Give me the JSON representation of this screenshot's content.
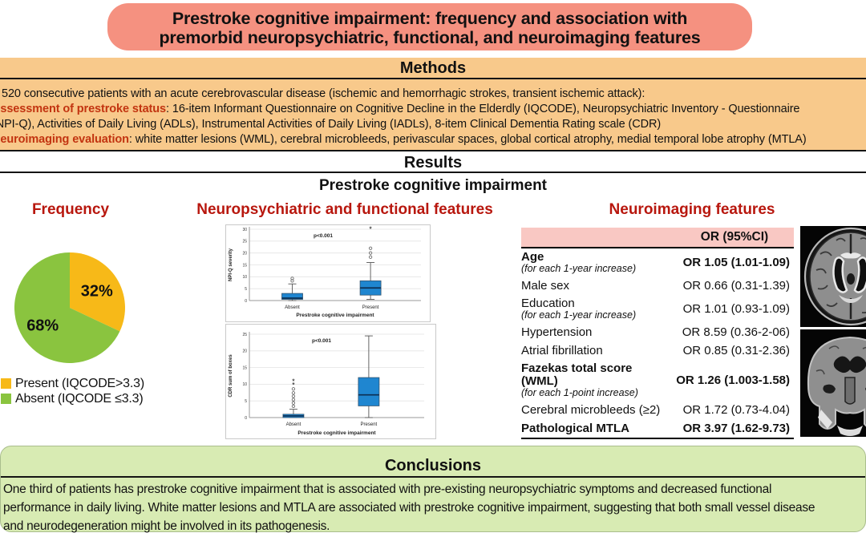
{
  "title": {
    "line1": "Prestroke cognitive impairment: frequency and association with",
    "line2": "premorbid neuropsychiatric, functional, and neuroimaging features"
  },
  "methods": {
    "heading": "Methods",
    "lines": [
      {
        "lead": "",
        "text": "520 consecutive patients with an acute cerebrovascular disease (ischemic and hemorrhagic strokes, transient ischemic attack):"
      },
      {
        "lead": "Assessment of prestroke status",
        "text": ": 16-item Informant Questionnaire on Cognitive Decline in the Elderdly (IQCODE), Neuropsychiatric Inventory - Questionnaire"
      },
      {
        "lead": "",
        "text": "(NPI-Q), Activities of Daily Living (ADLs), Instrumental Activities of Daily Living (IADLs), 8-item Clinical Dementia Rating scale (CDR)"
      },
      {
        "lead": "Neuroimaging evaluation",
        "text": ": white matter lesions (WML), cerebral microbleeds, perivascular spaces, global cortical atrophy, medial temporal lobe atrophy (MTLA)"
      }
    ]
  },
  "results": {
    "heading": "Results",
    "subheading": "Prestroke cognitive impairment",
    "columns": [
      "Frequency",
      "Neuropsychiatric and functional features",
      "Neuroimaging features"
    ]
  },
  "table": {
    "header": "OR (95%CI)",
    "rows": [
      {
        "label": "Age",
        "sub": "(for each 1-year increase)",
        "value": "OR 1.05 (1.01-1.09)",
        "bold": true
      },
      {
        "label": "Male sex",
        "sub": "",
        "value": "OR 0.66 (0.31-1.39)",
        "bold": false
      },
      {
        "label": "Education",
        "sub": "(for each 1-year increase)",
        "value": "OR 1.01 (0.93-1.09)",
        "bold": false
      },
      {
        "label": "Hypertension",
        "sub": "",
        "value": "OR 8.59 (0.36-2-06)",
        "bold": false
      },
      {
        "label": "Atrial fibrillation",
        "sub": "",
        "value": "OR 0.85 (0.31-2.36)",
        "bold": false
      },
      {
        "label": "Fazekas total score (WML)",
        "sub": "(for each 1-point increase)",
        "value": "OR 1.26 (1.003-1.58)",
        "bold": true
      },
      {
        "label": "Cerebral microbleeds (≥2)",
        "sub": "",
        "value": "OR 1.72 (0.73-4.04)",
        "bold": false
      },
      {
        "label": "Pathological MTLA",
        "sub": "",
        "value": "OR 3.97 (1.62-9.73)",
        "bold": true
      }
    ]
  },
  "conclusions": {
    "heading": "Conclusions",
    "lines": [
      "One third of patients has prestroke cognitive impairment that is associated with pre-existing neuropsychiatric symptoms and decreased functional",
      "performance in daily living. White matter lesions and MTLA are associated with prestroke cognitive impairment, suggesting that both small vessel disease",
      "and neurodegeneration might be involved in its pathogenesis."
    ]
  },
  "colors": {
    "title_banner": "#F59180",
    "methods_bg": "#F8C98B",
    "methods_lead_red": "#C23410",
    "column_heading_red": "#B8170E",
    "table_header_pink": "#F9C8C3",
    "conclusions_green": "#D8EBB3",
    "pie_yellow": "#F7B918",
    "pie_green": "#8AC43F",
    "boxplot_blue": "#1F86D0"
  },
  "chart_data": [
    {
      "type": "pie",
      "title": "Frequency",
      "labels": [
        "Present (IQCODE>3.3)",
        "Absent (IQCODE ≤3.3)"
      ],
      "values": [
        32,
        68
      ],
      "slice_labels": [
        "32%",
        "68%"
      ],
      "colors": [
        "#F7B918",
        "#8AC43F"
      ],
      "legend_position": "bottom-left",
      "start_angle_deg_from_top": 0
    },
    {
      "type": "box",
      "title": "",
      "ylabel": "NPI-Q severity",
      "xlabel": "Prestroke cognitive impairment",
      "annotation": "p<0.001",
      "categories": [
        "Absent",
        "Present"
      ],
      "ylim": [
        0,
        30
      ],
      "yticks": [
        0,
        5,
        10,
        15,
        20,
        25,
        30
      ],
      "grid": true,
      "boxes": [
        {
          "category": "Absent",
          "whisker_low": 0,
          "q1": 0.5,
          "median": 1,
          "q3": 3,
          "whisker_high": 7,
          "outliers": [
            8.3,
            9.3
          ],
          "extremes": []
        },
        {
          "category": "Present",
          "whisker_low": 0.5,
          "q1": 2.3,
          "median": 5.3,
          "q3": 8.3,
          "whisker_high": 16,
          "outliers": [
            18.3,
            20,
            22
          ],
          "extremes": [
            30
          ]
        }
      ]
    },
    {
      "type": "box",
      "title": "",
      "ylabel": "CDR sum of boxes",
      "xlabel": "Prestroke cognitive impairment",
      "annotation": "p<0.001",
      "categories": [
        "Absent",
        "Present"
      ],
      "ylim": [
        0,
        25
      ],
      "yticks": [
        0,
        5,
        10,
        15,
        20,
        25
      ],
      "grid": true,
      "boxes": [
        {
          "category": "Absent",
          "whisker_low": 0,
          "q1": 0,
          "median": 0.5,
          "q3": 1,
          "whisker_high": 2.5,
          "outliers": [
            3.4,
            4.4,
            5.4,
            6.4,
            7.4,
            8.6
          ],
          "extremes": [
            9.7,
            10.8
          ]
        },
        {
          "category": "Present",
          "whisker_low": 0,
          "q1": 3.5,
          "median": 6.8,
          "q3": 12,
          "whisker_high": 24.5,
          "outliers": [],
          "extremes": []
        }
      ]
    }
  ]
}
